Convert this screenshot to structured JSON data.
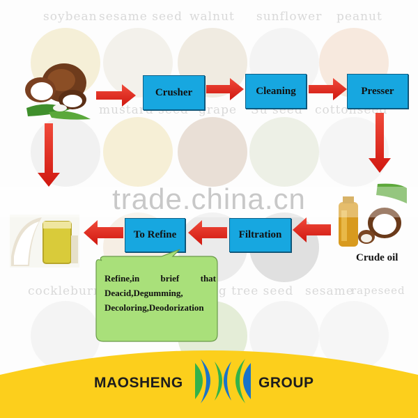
{
  "background_labels": [
    {
      "text": "soybean"
    },
    {
      "text": "sesame seed"
    },
    {
      "text": "walnut"
    },
    {
      "text": "sunflower"
    },
    {
      "text": "peanut"
    },
    {
      "text": "mustard seed"
    },
    {
      "text": "grape"
    },
    {
      "text": "Su seed"
    },
    {
      "text": "cottonseed"
    },
    {
      "text": "cockleburr"
    },
    {
      "text": "ung tree seed"
    },
    {
      "text": "sesame"
    },
    {
      "text": "rapeseed"
    }
  ],
  "process": {
    "crusher": "Crusher",
    "cleaning": "Cleaning",
    "presser": "Presser",
    "filtration": "Filtration",
    "to_refine": "To Refine"
  },
  "crude_oil_label": "Crude oil",
  "note": {
    "line1_words": [
      "Refine,in",
      "brief",
      "that"
    ],
    "line2": "Deacid,Degumming,",
    "line3": "Decoloring,Deodorization"
  },
  "watermark": "trade.china.cn",
  "brand": {
    "left": "MAOSHENG",
    "right": "GROUP"
  },
  "colors": {
    "box_fill": "#17a7e0",
    "arrow_red": "#e3201b",
    "note_green": "#a9e07a",
    "banner_yellow": "#fccf1c",
    "logo_blue": "#1a73c9",
    "logo_green": "#33b24a"
  }
}
